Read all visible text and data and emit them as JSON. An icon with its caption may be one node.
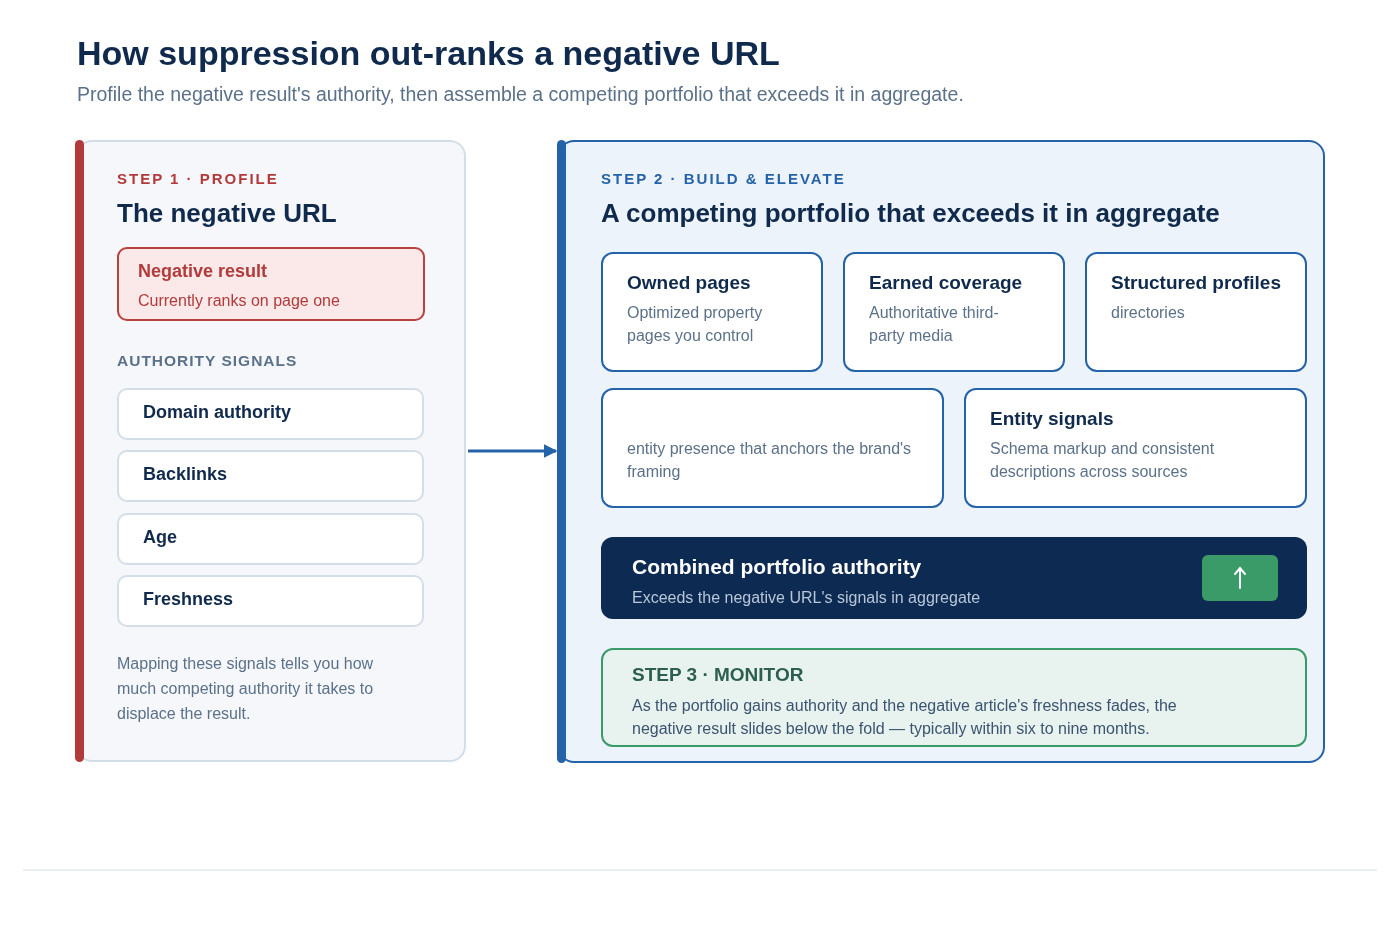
{
  "diagram": {
    "title": "How suppression out-ranks a negative URL",
    "nodes": [
      {
        "text": [
          "STEP 1 · PROFILE",
          "The negative URL",
          "AUTHORITY SIGNALS",
          "Mapping these signals tells you how much competing authority it takes to displace the result."
        ]
      },
      {
        "text": [
          "Negative result",
          "Currently ranks on page one"
        ],
        "in": 0
      },
      {
        "text": [
          "Domain authority"
        ],
        "in": 0
      },
      {
        "text": [
          "Backlinks"
        ],
        "in": 0
      },
      {
        "text": [
          "Age"
        ],
        "in": 0
      },
      {
        "text": [
          "Freshness"
        ],
        "in": 0
      },
      {
        "text": [
          "STEP 2 · BUILD & ELEVATE",
          "A competing portfolio that exceeds it in aggregate"
        ]
      },
      {
        "text": [
          "Owned pages",
          "Optimized property pages you control"
        ],
        "in": 6
      },
      {
        "text": [
          "Earned coverage",
          "Authoritative third-party media"
        ],
        "in": 6
      },
      {
        "text": [
          "Structured profiles",
          "directories"
        ],
        "in": 6
      },
      {
        "text": [
          "entity presence that anchors the brand's framing"
        ],
        "in": 6
      },
      {
        "text": [
          "Entity signals",
          "Schema markup and consistent descriptions across sources"
        ],
        "in": 6
      },
      {
        "text": [
          "Combined portfolio authority",
          "Exceeds the negative URL's signals in aggregate"
        ],
        "in": 6
      },
      {
        "text": [
          "STEP 3 · MONITOR",
          "As the portfolio gains authority and the negative article's freshness fades, the negative result slides below the fold — typically within six to nine months."
        ],
        "in": 6
      }
    ],
    "edges": [
      {
        "from": 0,
        "to": 6,
        "arrow": "to"
      }
    ],
    "labels": [
      "Profile the negative result's authority, then assemble a competing portfolio that exceeds it in aggregate."
    ]
  }
}
